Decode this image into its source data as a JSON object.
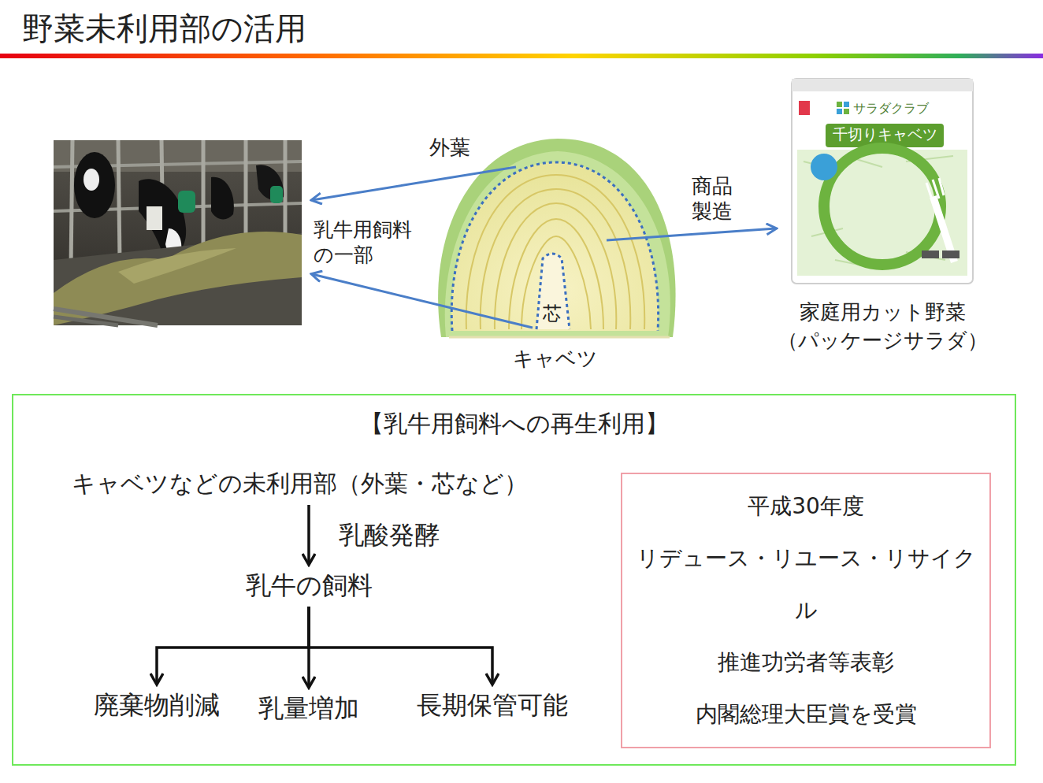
{
  "diagram": {
    "title": "野菜未利用部の活用",
    "nodes": [
      {
        "text": [
          "キャベツ"
        ]
      },
      {
        "text": [
          "家庭用カット野菜 （パッケージサラダ）"
        ]
      },
      {
        "text": [
          "【乳牛用飼料への再生利用】"
        ]
      },
      {
        "text": [
          "キャベツなどの未利用部（外葉・芯など）"
        ],
        "in": 2
      },
      {
        "text": [
          "乳牛の飼料"
        ],
        "in": 2
      },
      {
        "text": [
          "廃棄物削減"
        ],
        "in": 2
      },
      {
        "text": [
          "乳量増加"
        ],
        "in": 2
      },
      {
        "text": [
          "長期保管可能"
        ],
        "in": 2
      },
      {
        "text": [
          "平成30年度 リデュース・リユース・リサイクル 推進功労者等表彰 内閣総理大臣賞を受賞"
        ],
        "in": 2
      }
    ],
    "edges": [
      {
        "from": 0,
        "to": 1,
        "label": "商品 製造",
        "arrow": "to"
      },
      {
        "from": 3,
        "to": 4,
        "label": "乳酸発酵",
        "arrow": "to"
      },
      {
        "from": 4,
        "to": 5,
        "arrow": "to"
      },
      {
        "from": 4,
        "to": 6,
        "arrow": "to"
      },
      {
        "from": 4,
        "to": 7,
        "arrow": "to"
      }
    ],
    "labels": [
      "外葉",
      "乳牛用飼料 の一部",
      "芯",
      "サラダクラブ",
      "千切りキャベツ"
    ]
  }
}
